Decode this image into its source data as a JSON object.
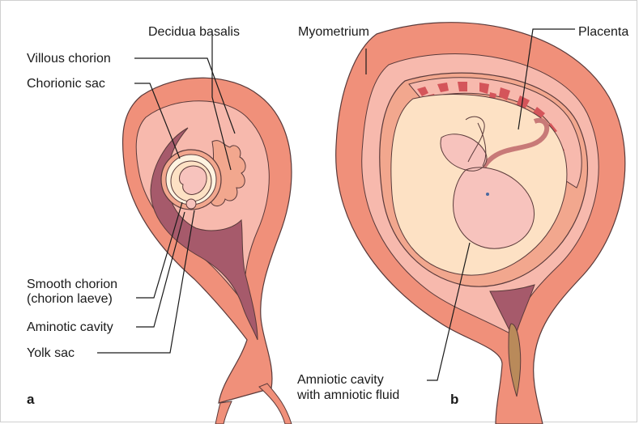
{
  "figure": {
    "panel_a_letter": "a",
    "panel_b_letter": "b",
    "labels_a": {
      "decidua_basalis": "Decidua basalis",
      "villous_chorion": "Villous chorion",
      "chorionic_sac": "Chorionic sac",
      "smooth_chorion_1": "Smooth chorion",
      "smooth_chorion_2": "(chorion laeve)",
      "aminotic_cavity": "Aminotic cavity",
      "yolk_sac": "Yolk sac"
    },
    "labels_b": {
      "myometrium": "Myometrium",
      "placenta": "Placenta",
      "amniotic_cavity_1": "Amniotic cavity",
      "amniotic_cavity_2": "with amniotic fluid"
    },
    "colors": {
      "myometrium": "#f0907a",
      "decidua": "#f7b9ad",
      "uterine_lumen": "#a65a6b",
      "chorion": "#f2a78e",
      "amniotic_fluid": "#fde1c4",
      "embryo": "#f7c3bd",
      "villi": "#d4555a",
      "outline": "#5a3a3a"
    }
  }
}
